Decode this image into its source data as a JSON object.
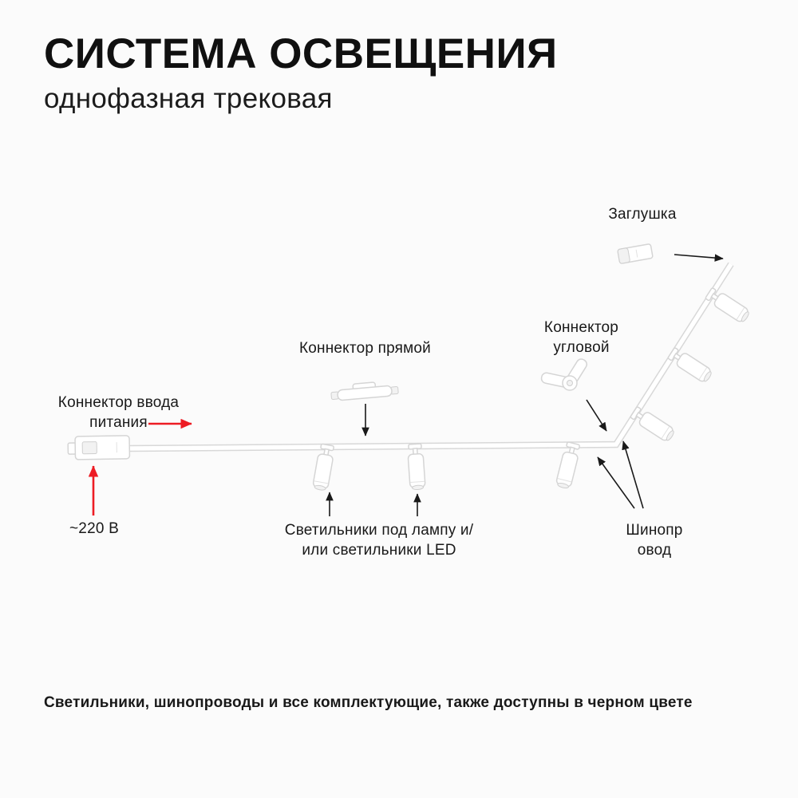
{
  "header": {
    "title": "СИСТЕМА ОСВЕЩЕНИЯ",
    "subtitle": "однофазная трековая"
  },
  "diagram": {
    "labels": {
      "end_cap": "Заглушка",
      "corner_connector": "Коннектор угловой",
      "straight_connector": "Коннектор прямой",
      "power_input_connector": "Коннектор ввода питания",
      "voltage": "~220 В",
      "fixtures": "Светильники под лампу и/или светильники LED",
      "busbar": "Шинопровод"
    }
  },
  "footer": {
    "note": "Светильники, шинопроводы и все комплектующие, также доступны в черном цвете"
  },
  "colors": {
    "accent_red": "#ed1c24",
    "ink": "#191919",
    "background": "#fbfbfb",
    "shape_outline": "#d5d5d5",
    "shape_fill": "#ffffff"
  }
}
